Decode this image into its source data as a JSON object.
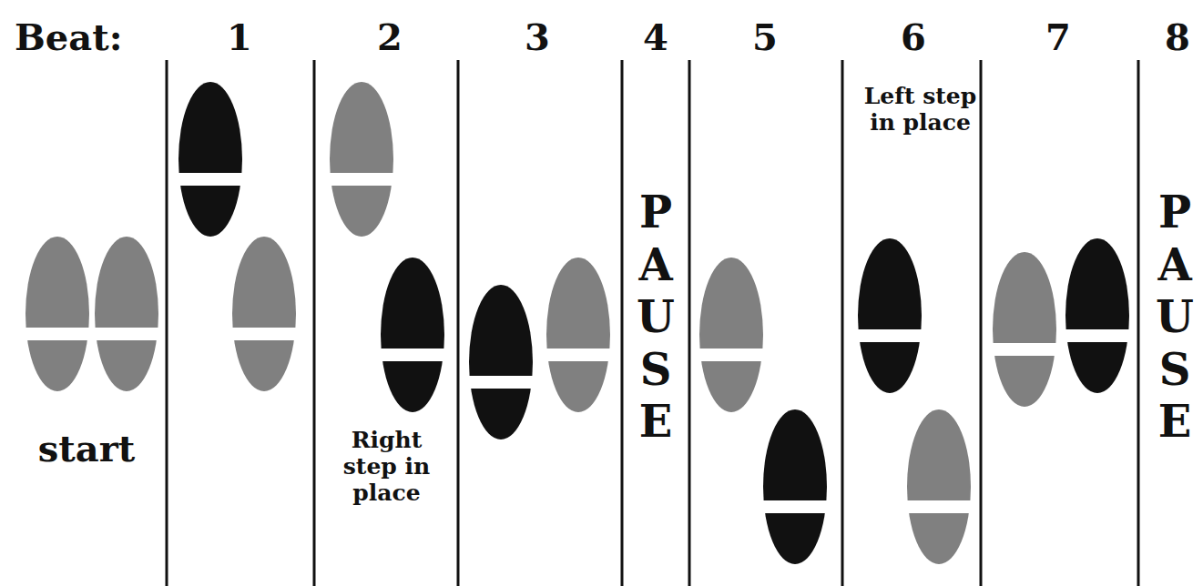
{
  "diagram": {
    "labels": [
      "Beat:",
      "1",
      "2",
      "3",
      "4",
      "5",
      "6",
      "7",
      "8",
      "start",
      "Right step in place",
      "PAUSE",
      "Left step in place",
      "PAUSE"
    ]
  }
}
